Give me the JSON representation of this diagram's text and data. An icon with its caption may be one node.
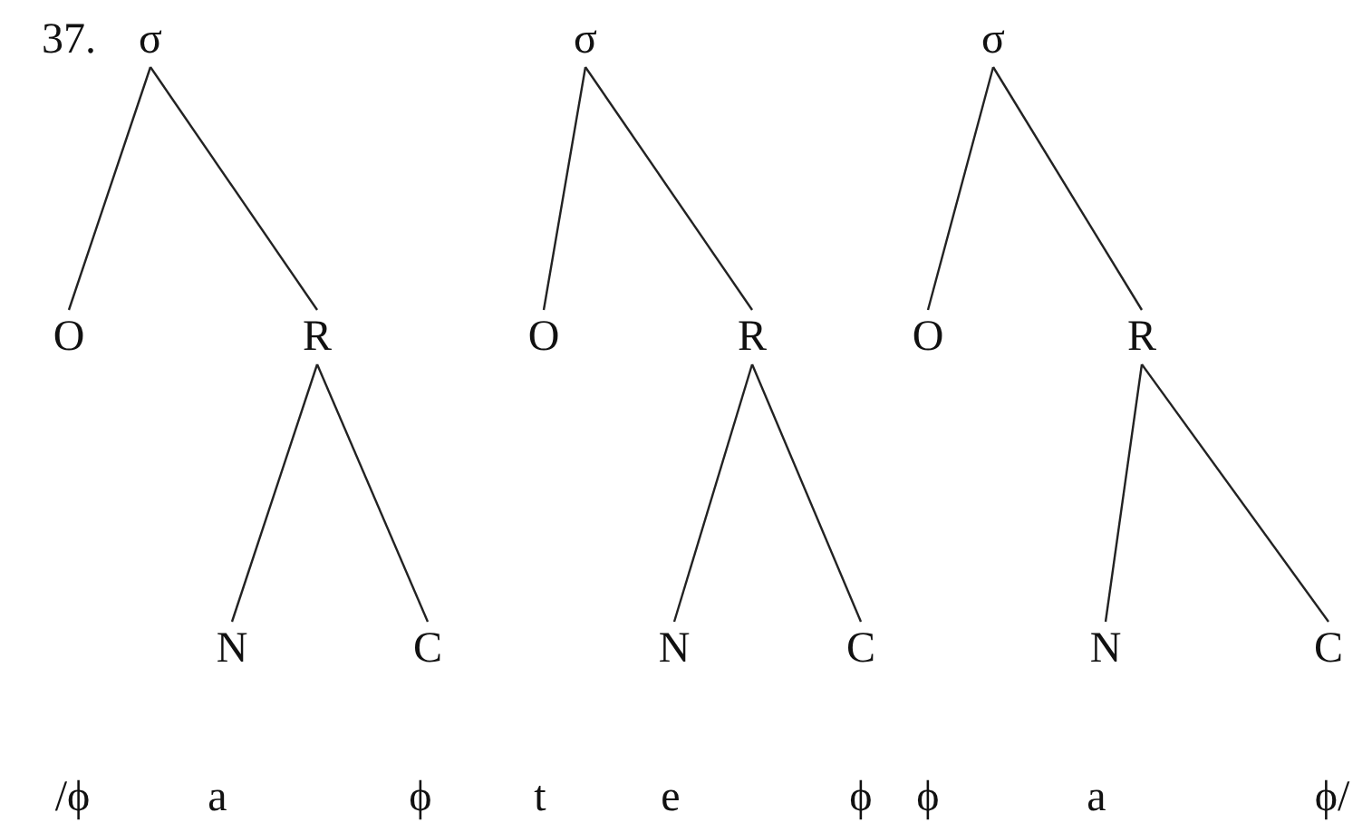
{
  "diagram": {
    "nodes": [
      {
        "text": [
          "σ"
        ]
      },
      {
        "text": [
          "σ"
        ]
      },
      {
        "text": [
          "σ"
        ]
      },
      {
        "text": [
          "O"
        ]
      },
      {
        "text": [
          "R"
        ]
      },
      {
        "text": [
          "O"
        ]
      },
      {
        "text": [
          "R"
        ]
      },
      {
        "text": [
          "O"
        ]
      },
      {
        "text": [
          "R"
        ]
      },
      {
        "text": [
          "N"
        ]
      },
      {
        "text": [
          "C"
        ]
      },
      {
        "text": [
          "N"
        ]
      },
      {
        "text": [
          "C"
        ]
      },
      {
        "text": [
          "N"
        ]
      },
      {
        "text": [
          "C"
        ]
      }
    ],
    "edges": [
      {
        "from": 0,
        "to": 3,
        "arrow": "none"
      },
      {
        "from": 0,
        "to": 4,
        "arrow": "none"
      },
      {
        "from": 1,
        "to": 5,
        "arrow": "none"
      },
      {
        "from": 1,
        "to": 6,
        "arrow": "none"
      },
      {
        "from": 2,
        "to": 7,
        "arrow": "none"
      },
      {
        "from": 2,
        "to": 8,
        "arrow": "none"
      },
      {
        "from": 4,
        "to": 9,
        "arrow": "none"
      },
      {
        "from": 4,
        "to": 10,
        "arrow": "none"
      },
      {
        "from": 6,
        "to": 11,
        "arrow": "none"
      },
      {
        "from": 6,
        "to": 12,
        "arrow": "none"
      },
      {
        "from": 8,
        "to": 13,
        "arrow": "none"
      },
      {
        "from": 8,
        "to": 14,
        "arrow": "none"
      }
    ],
    "labels": [
      "37.",
      "/ϕ",
      "a",
      "ϕ",
      "t",
      "e",
      "ϕ",
      "ϕ",
      "a",
      "ϕ/"
    ]
  }
}
